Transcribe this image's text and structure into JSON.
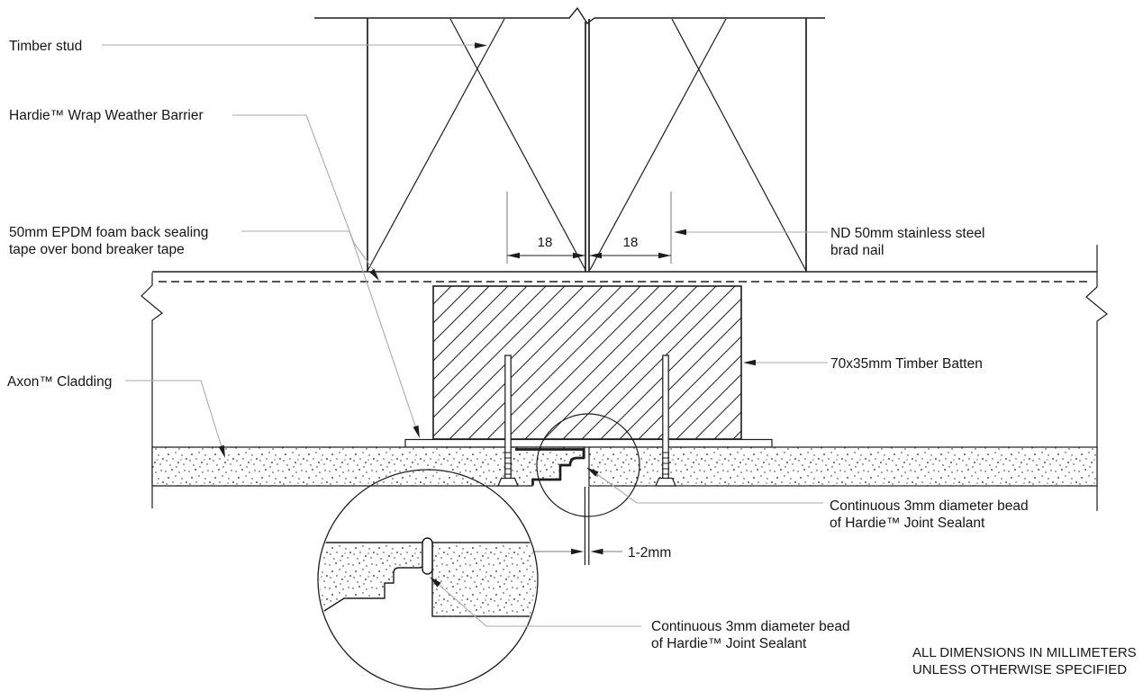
{
  "drawing": {
    "title_hint": "cladding joint construction detail",
    "labels": {
      "timber_stud": "Timber stud",
      "weather_barrier": "Hardie™ Wrap Weather Barrier",
      "epdm_line1": "50mm EPDM foam back sealing",
      "epdm_line2": "tape over bond breaker tape",
      "axon_cladding": "Axon™ Cladding",
      "brad_nail_line1": "ND 50mm stainless steel",
      "brad_nail_line2": "brad nail",
      "timber_batten": "70x35mm Timber Batten",
      "sealant_right_line1": "Continuous 3mm diameter bead",
      "sealant_right_line2": "of Hardie™ Joint Sealant",
      "sealant_bottom_line1": "Continuous 3mm diameter bead",
      "sealant_bottom_line2": "of Hardie™ Joint Sealant"
    },
    "dimensions": {
      "left_nail_offset": "18",
      "right_nail_offset": "18",
      "joint_gap": "1-2mm"
    },
    "note_line1": "ALL DIMENSIONS IN MILLIMETERS",
    "note_line2": "UNLESS OTHERWISE SPECIFIED",
    "colors": {
      "line": "#1d1d1d",
      "leader": "#a9a9a9",
      "background": "#ffffff"
    }
  }
}
